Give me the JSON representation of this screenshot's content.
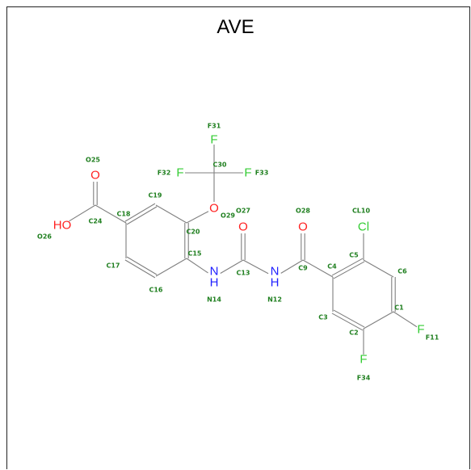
{
  "title": "AVE",
  "colors": {
    "bond": "#7f7f7f",
    "carbon_label": "#1f7f1f",
    "oxygen": "#ff2020",
    "nitrogen": "#2020ff",
    "fluorine": "#33cc33",
    "chlorine": "#33cc33"
  },
  "atoms": [
    {
      "id": "F31",
      "label": "F31",
      "symbol": "F",
      "element": "F"
    },
    {
      "id": "F32",
      "label": "F32",
      "symbol": "F",
      "element": "F"
    },
    {
      "id": "F33",
      "label": "F33",
      "symbol": "F",
      "element": "F"
    },
    {
      "id": "C30",
      "label": "C30",
      "symbol": "",
      "element": "C"
    },
    {
      "id": "O29",
      "label": "O29",
      "symbol": "O",
      "element": "O"
    },
    {
      "id": "O25",
      "label": "O25",
      "symbol": "O",
      "element": "O"
    },
    {
      "id": "O26",
      "label": "O26",
      "symbol": "HO",
      "element": "O"
    },
    {
      "id": "C24",
      "label": "C24",
      "symbol": "",
      "element": "C"
    },
    {
      "id": "C18",
      "label": "C18",
      "symbol": "",
      "element": "C"
    },
    {
      "id": "C19",
      "label": "C19",
      "symbol": "",
      "element": "C"
    },
    {
      "id": "C20",
      "label": "C20",
      "symbol": "",
      "element": "C"
    },
    {
      "id": "C15",
      "label": "C15",
      "symbol": "",
      "element": "C"
    },
    {
      "id": "C16",
      "label": "C16",
      "symbol": "",
      "element": "C"
    },
    {
      "id": "C17",
      "label": "C17",
      "symbol": "",
      "element": "C"
    },
    {
      "id": "N14",
      "label": "N14",
      "symbol": "NH",
      "element": "N"
    },
    {
      "id": "C13",
      "label": "C13",
      "symbol": "",
      "element": "C"
    },
    {
      "id": "O27",
      "label": "O27",
      "symbol": "O",
      "element": "O"
    },
    {
      "id": "N12",
      "label": "N12",
      "symbol": "NH",
      "element": "N"
    },
    {
      "id": "C9",
      "label": "C9",
      "symbol": "",
      "element": "C"
    },
    {
      "id": "O28",
      "label": "O28",
      "symbol": "O",
      "element": "O"
    },
    {
      "id": "C4",
      "label": "C4",
      "symbol": "",
      "element": "C"
    },
    {
      "id": "C5",
      "label": "C5",
      "symbol": "",
      "element": "C"
    },
    {
      "id": "CL10",
      "label": "CL10",
      "symbol": "Cl",
      "element": "Cl"
    },
    {
      "id": "C6",
      "label": "C6",
      "symbol": "",
      "element": "C"
    },
    {
      "id": "C1",
      "label": "C1",
      "symbol": "",
      "element": "C"
    },
    {
      "id": "F11",
      "label": "F11",
      "symbol": "F",
      "element": "F"
    },
    {
      "id": "C2",
      "label": "C2",
      "symbol": "",
      "element": "C"
    },
    {
      "id": "F34",
      "label": "F34",
      "symbol": "F",
      "element": "F"
    },
    {
      "id": "C3",
      "label": "C3",
      "symbol": "",
      "element": "C"
    }
  ],
  "bonds": [
    {
      "a": "C30",
      "b": "F31",
      "order": 1
    },
    {
      "a": "C30",
      "b": "F32",
      "order": 1
    },
    {
      "a": "C30",
      "b": "F33",
      "order": 1
    },
    {
      "a": "C30",
      "b": "O29",
      "order": 1
    },
    {
      "a": "O29",
      "b": "C20",
      "order": 1
    },
    {
      "a": "C24",
      "b": "O25",
      "order": 2
    },
    {
      "a": "C24",
      "b": "O26",
      "order": 1
    },
    {
      "a": "C24",
      "b": "C18",
      "order": 1
    },
    {
      "a": "C18",
      "b": "C19",
      "order": 2
    },
    {
      "a": "C19",
      "b": "C20",
      "order": 1
    },
    {
      "a": "C20",
      "b": "C15",
      "order": 2
    },
    {
      "a": "C15",
      "b": "C16",
      "order": 1
    },
    {
      "a": "C16",
      "b": "C17",
      "order": 2
    },
    {
      "a": "C17",
      "b": "C18",
      "order": 1
    },
    {
      "a": "C15",
      "b": "N14",
      "order": 1
    },
    {
      "a": "N14",
      "b": "C13",
      "order": 1
    },
    {
      "a": "C13",
      "b": "O27",
      "order": 2
    },
    {
      "a": "C13",
      "b": "N12",
      "order": 1
    },
    {
      "a": "N12",
      "b": "C9",
      "order": 1
    },
    {
      "a": "C9",
      "b": "O28",
      "order": 2
    },
    {
      "a": "C9",
      "b": "C4",
      "order": 1
    },
    {
      "a": "C4",
      "b": "C5",
      "order": 2
    },
    {
      "a": "C5",
      "b": "CL10",
      "order": 1
    },
    {
      "a": "C5",
      "b": "C6",
      "order": 1
    },
    {
      "a": "C6",
      "b": "C1",
      "order": 2
    },
    {
      "a": "C1",
      "b": "F11",
      "order": 1
    },
    {
      "a": "C1",
      "b": "C2",
      "order": 1
    },
    {
      "a": "C2",
      "b": "F34",
      "order": 1
    },
    {
      "a": "C2",
      "b": "C3",
      "order": 2
    },
    {
      "a": "C3",
      "b": "C4",
      "order": 1
    }
  ]
}
